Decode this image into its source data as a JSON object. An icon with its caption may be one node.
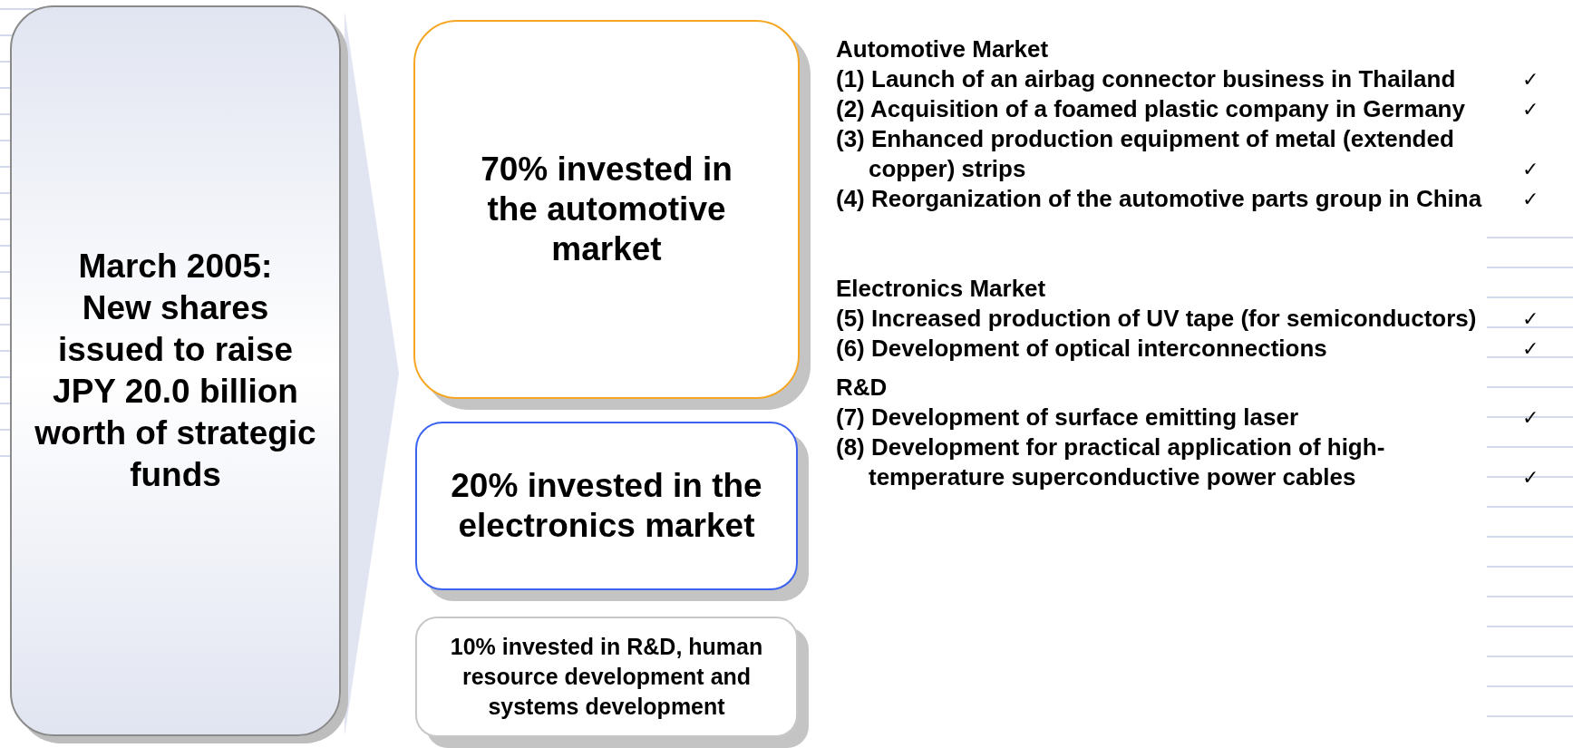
{
  "diagram": {
    "nodes": [
      {
        "text": [
          "March 2005:",
          "New shares issued to raise JPY 20.0 billion worth of strategic funds"
        ]
      },
      {
        "text": [
          "70% invested in the automotive market"
        ]
      },
      {
        "text": [
          "20% invested in the electronics market"
        ]
      },
      {
        "text": [
          "10% invested in R&D, human resource development and systems development"
        ]
      },
      {
        "text": [],
        "shape": "triangle"
      }
    ],
    "labels": [
      "Automotive Market",
      "(1) Launch of an airbag connector business in Thailand",
      "✓",
      "(2) Acquisition of a foamed plastic company in Germany",
      "✓",
      "(3) Enhanced production equipment of metal (extended copper) strips",
      "✓",
      "(4) Reorganization of the automotive parts group in China",
      "✓",
      "Electronics Market",
      "(5) Increased production of UV tape (for semiconductors)",
      "✓",
      "(6) Development of optical interconnections",
      "✓",
      "R&D",
      "(7) Development of surface emitting laser",
      "✓",
      "(8) Development for practical application of high-temperature superconductive power cables",
      "✓"
    ]
  }
}
